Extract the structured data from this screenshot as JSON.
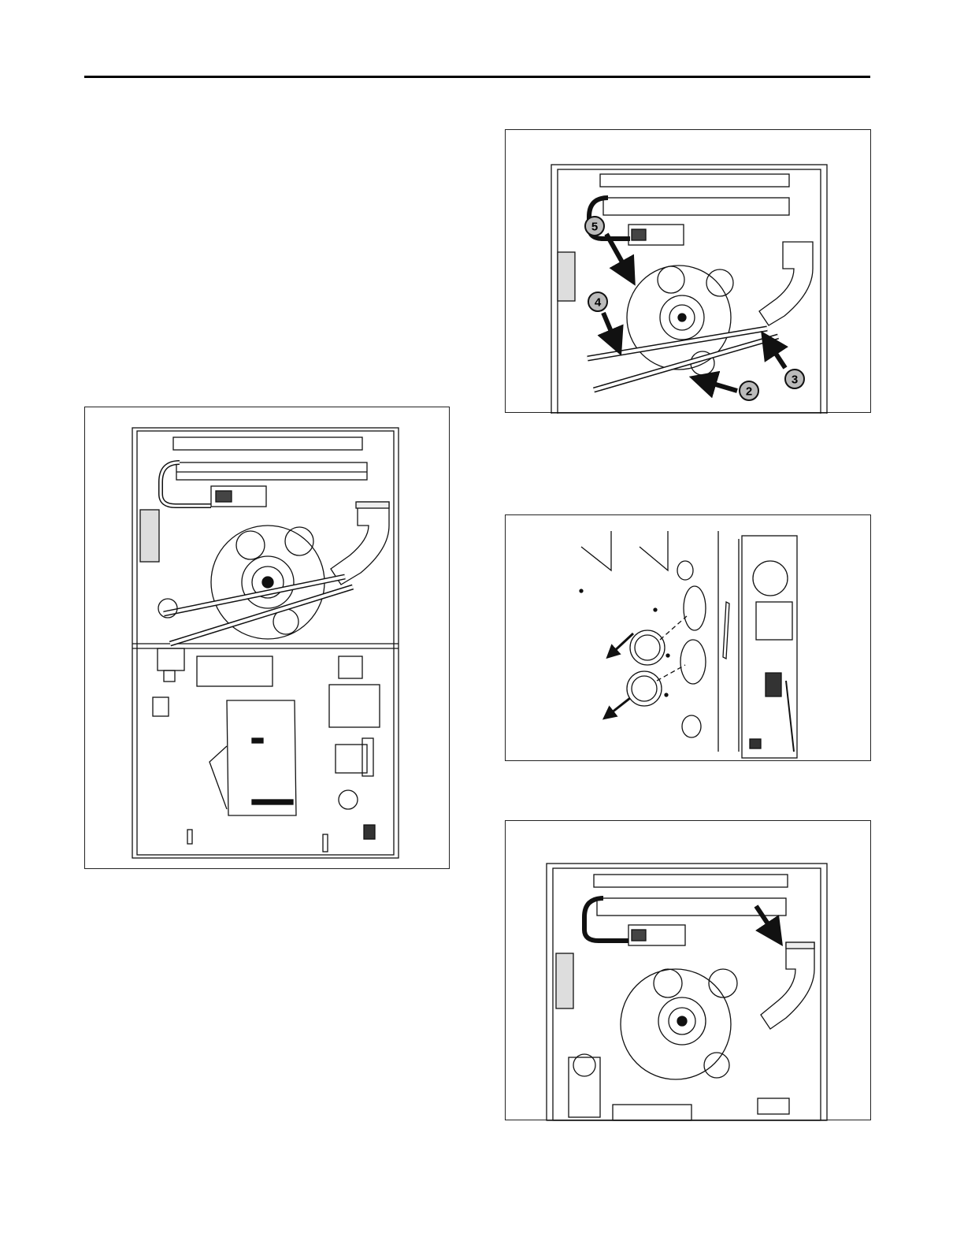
{
  "figures": [
    {
      "id": "fig-left",
      "callouts": []
    },
    {
      "id": "fig-top-right",
      "callouts": [
        "5",
        "4",
        "3",
        "2"
      ]
    },
    {
      "id": "fig-middle-right",
      "callouts": []
    },
    {
      "id": "fig-bottom-right",
      "callouts": []
    }
  ]
}
